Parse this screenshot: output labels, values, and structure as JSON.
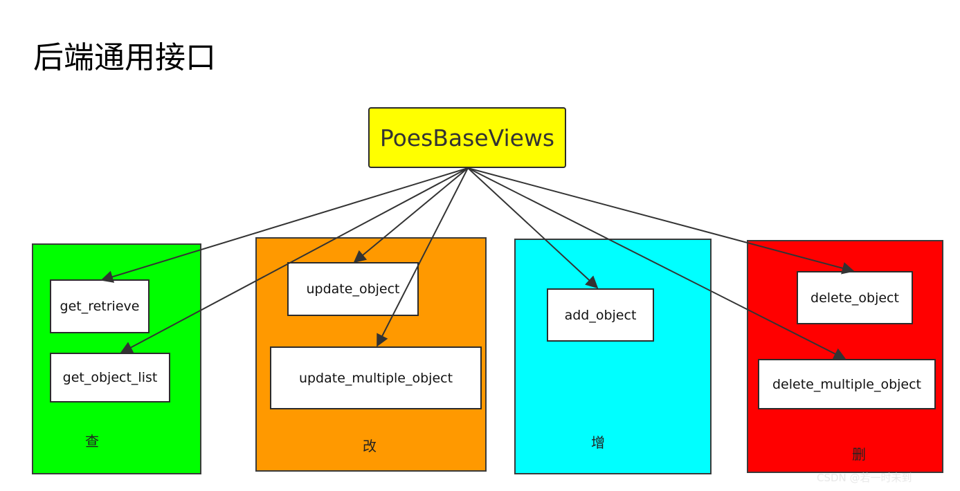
{
  "title": "后端通用接口",
  "root": {
    "label": "PoesBaseViews",
    "color": "#ffff00"
  },
  "groups": [
    {
      "label": "查",
      "color": "#00ff00",
      "items": [
        "get_retrieve",
        "get_object_list"
      ]
    },
    {
      "label": "改",
      "color": "#ff9900",
      "items": [
        "update_object",
        "update_multiple_object"
      ]
    },
    {
      "label": "增",
      "color": "#00ffff",
      "items": [
        "add_object"
      ]
    },
    {
      "label": "删",
      "color": "#ff0000",
      "items": [
        "delete_object",
        "delete_multiple_object"
      ]
    }
  ],
  "watermark": "CSDN @若一时未到"
}
